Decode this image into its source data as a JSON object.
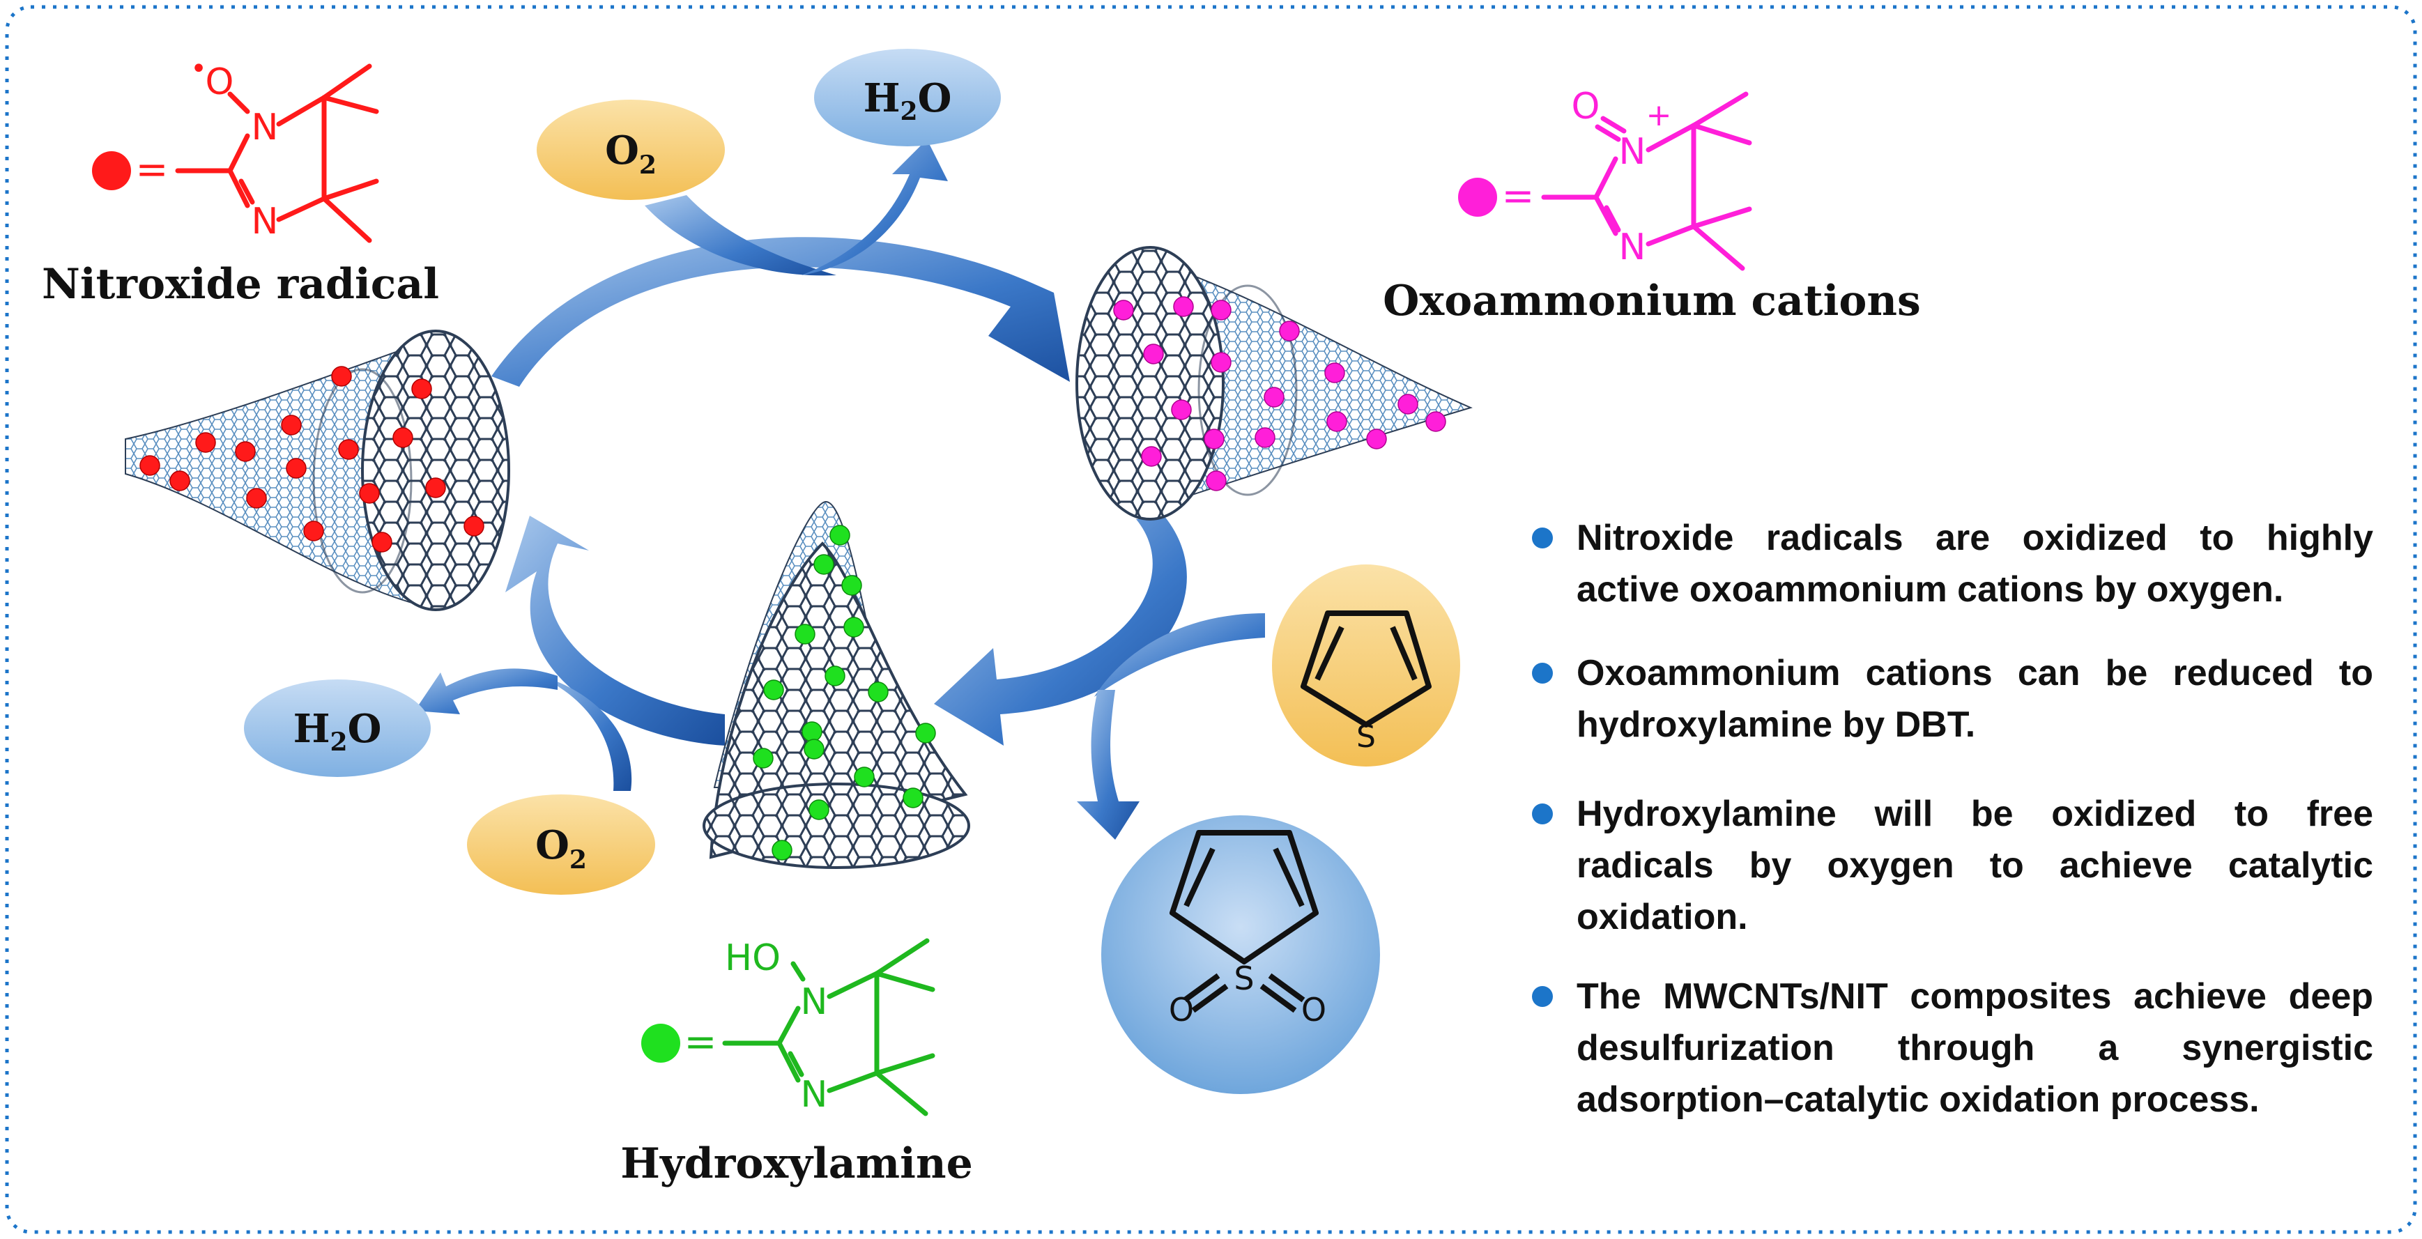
{
  "labels": {
    "nitroxide": "Nitroxide radical",
    "oxoammonium": "Oxoammonium cations",
    "hydroxylamine": "Hydroxylamine"
  },
  "species": {
    "water": "H",
    "water_sub": "2",
    "water_tail": "O",
    "oxygen": "O",
    "oxygen_sub": "2"
  },
  "atoms": {
    "nitrogen": "N",
    "oxygen": "O",
    "sulfur": "S",
    "hydroxyl": "HO",
    "equals": "=",
    "plus": "+",
    "radical_dot": "•"
  },
  "bullets": [
    "Nitroxide radicals are oxidized to highly active oxoammonium cations by oxygen.",
    "Oxoammonium cations can be reduced to hydroxylamine by DBT.",
    "Hydroxylamine will be oxidized to free radicals by oxygen to achieve catalytic oxidation.",
    "The MWCNTs/NIT composites achieve deep desulfurization through a synergistic adsorption–catalytic oxidation process."
  ],
  "colors": {
    "nitroxide": "#ff1a1a",
    "oxoammonium": "#ff1fd9",
    "hydroxylamine": "#1fb81f",
    "arrow": "#2a63b8",
    "bullet": "#1c75c9",
    "frame": "#1c75c9",
    "water_bubble": "#9cc3ea",
    "oxygen_bubble": "#f7cc72",
    "dbt_bubble": "#f7cc72",
    "dbto2_bubble": "#8dbde9"
  }
}
